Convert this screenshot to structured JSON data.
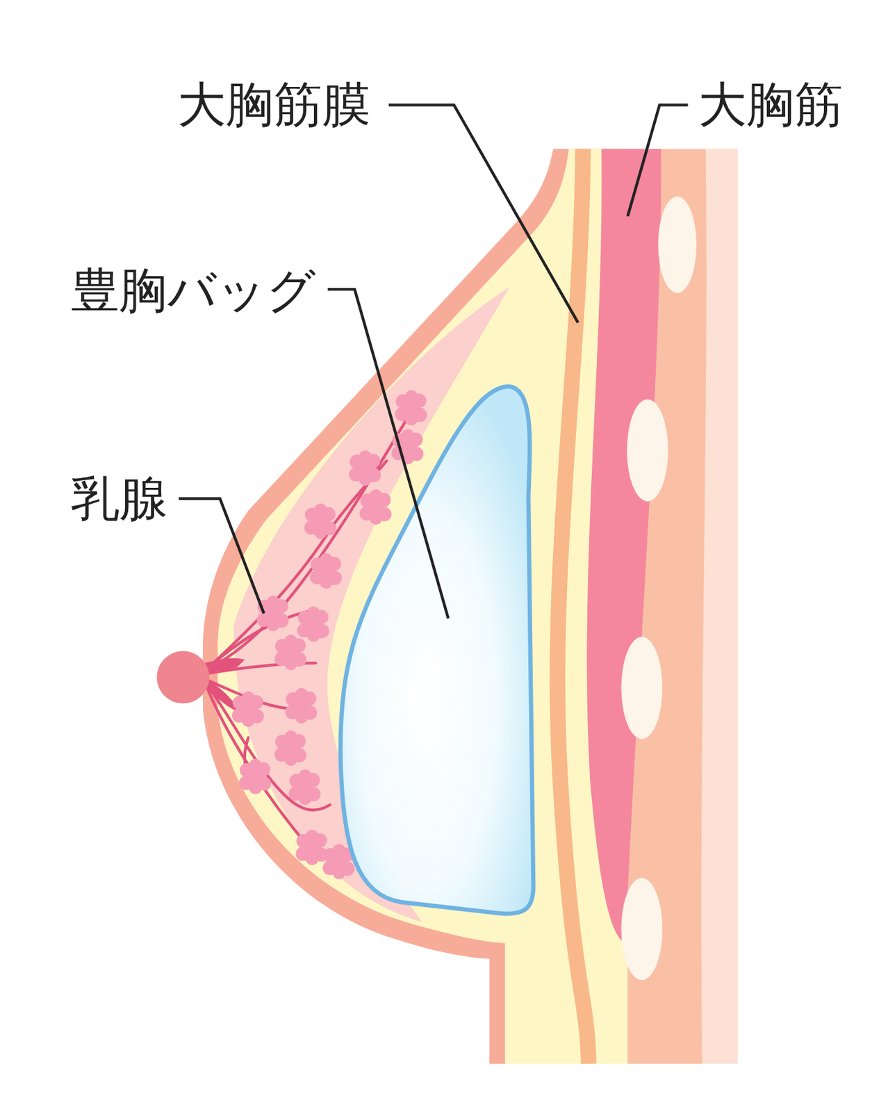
{
  "diagram": {
    "labels": [
      "大胸筋膜",
      "大胸筋",
      "豊胸バッグ",
      "乳腺"
    ]
  }
}
